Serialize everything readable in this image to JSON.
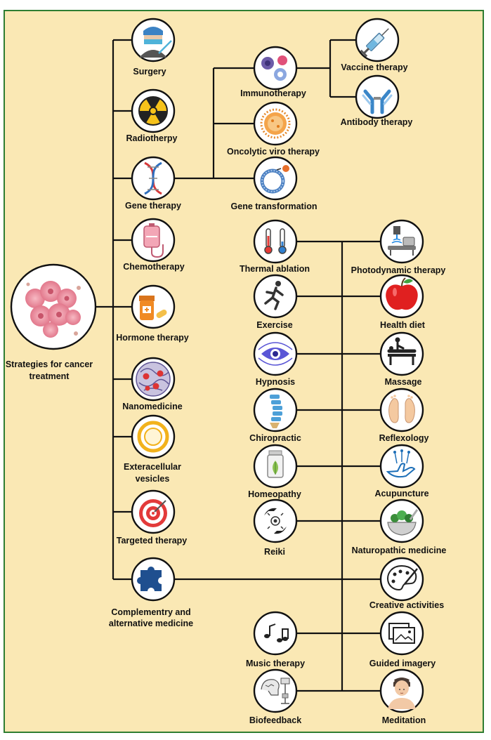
{
  "root": {
    "label_line1": "Strategies for cancer",
    "label_line2": "treatment",
    "icon": "cancer-cells-icon"
  },
  "nodes": {
    "surgery": {
      "label": "Surgery",
      "icon": "surgeon-icon"
    },
    "radiotherpy": {
      "label": "Radiotherpy",
      "icon": "radiation-icon"
    },
    "gene_therapy": {
      "label": "Gene therapy",
      "icon": "dna-icon"
    },
    "chemotherapy": {
      "label": "Chemotherapy",
      "icon": "iv-bag-icon"
    },
    "hormone_therapy": {
      "label": "Hormone therapy",
      "icon": "pill-bottle-icon"
    },
    "nanomedicine": {
      "label": "Nanomedicine",
      "icon": "nanoparticle-icon"
    },
    "extracellular_l1": "Exteracellular",
    "extracellular_l2": "vesicles",
    "extracellular_icon": "vesicle-icon",
    "targeted_therapy": {
      "label": "Targeted therapy",
      "icon": "target-icon"
    },
    "cam_l1": "Complementry and",
    "cam_l2": "alternative medicine",
    "cam_icon": "puzzle-piece-icon",
    "immunotherapy": {
      "label": "Immunotherapy",
      "icon": "immune-cells-icon"
    },
    "oncolytic": {
      "label": "Oncolytic viro therapy",
      "icon": "virus-icon"
    },
    "gene_transformation": {
      "label": "Gene transformation",
      "icon": "plasmid-icon"
    },
    "vaccine": {
      "label": "Vaccine therapy",
      "icon": "syringe-icon"
    },
    "antibody": {
      "label": "Antibody therapy",
      "icon": "antibody-icon"
    },
    "thermal": {
      "label": "Thermal ablation",
      "icon": "thermometer-icon"
    },
    "photodynamic": {
      "label": "Photodynamic therapy",
      "icon": "laser-device-icon"
    },
    "exercise": {
      "label": "Exercise",
      "icon": "runner-icon"
    },
    "health_diet": {
      "label": "Health diet",
      "icon": "apple-icon"
    },
    "hypnosis": {
      "label": "Hypnosis",
      "icon": "eye-icon"
    },
    "massage": {
      "label": "Massage",
      "icon": "massage-table-icon"
    },
    "chiropractic": {
      "label": "Chiropractic",
      "icon": "spine-icon"
    },
    "reflexology": {
      "label": "Reflexology",
      "icon": "feet-icon"
    },
    "homeopathy": {
      "label": "Homeopathy",
      "icon": "herbal-bottle-icon"
    },
    "acupuncture": {
      "label": "Acupuncture",
      "icon": "needles-hand-icon"
    },
    "reiki": {
      "label": "Reiki",
      "icon": "energy-hands-icon"
    },
    "naturopathic": {
      "label": "Naturopathic medicine",
      "icon": "mortar-herbs-icon"
    },
    "creative": {
      "label": "Creative activities",
      "icon": "paint-palette-icon"
    },
    "music": {
      "label": "Music therapy",
      "icon": "music-notes-icon"
    },
    "guided": {
      "label": "Guided imagery",
      "icon": "picture-frame-icon"
    },
    "biofeedback": {
      "label": "Biofeedback",
      "icon": "biofeedback-monitor-icon"
    },
    "meditation": {
      "label": "Meditation",
      "icon": "meditating-person-icon"
    }
  },
  "colors": {
    "background": "#fae8b4",
    "frame": "#2e7d32",
    "lines": "#111111"
  }
}
